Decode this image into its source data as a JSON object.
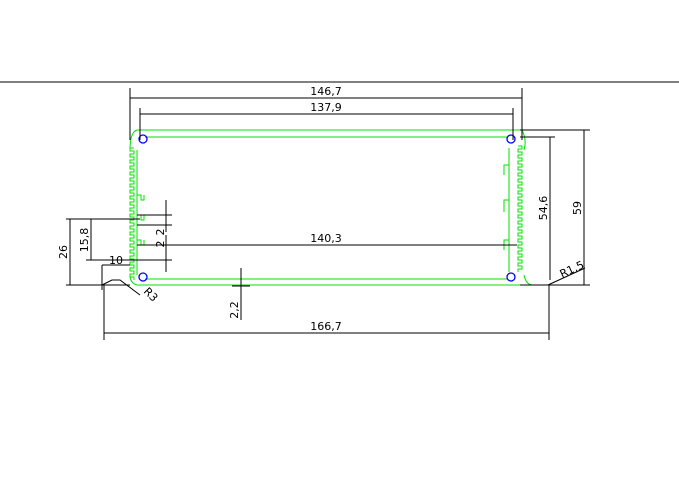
{
  "drawing": {
    "title": "Aluminium enclosure profile cross-section",
    "colors": {
      "profile": "#00e000",
      "holes": "#0000ff",
      "dimensions": "#000000"
    },
    "dimensions": {
      "overall_width_outer": "146,7",
      "inner_width": "137,9",
      "inner_span": "140,3",
      "total_width": "166,7",
      "inner_height": "54,6",
      "total_height": "59",
      "height_26": "26",
      "height_15_8": "15,8",
      "flange_10": "10",
      "radius_r3": "R3",
      "radius_r1_5": "R1,5",
      "slot_2a": "2",
      "slot_2b": "2",
      "wall_2_2": "2,2"
    }
  }
}
